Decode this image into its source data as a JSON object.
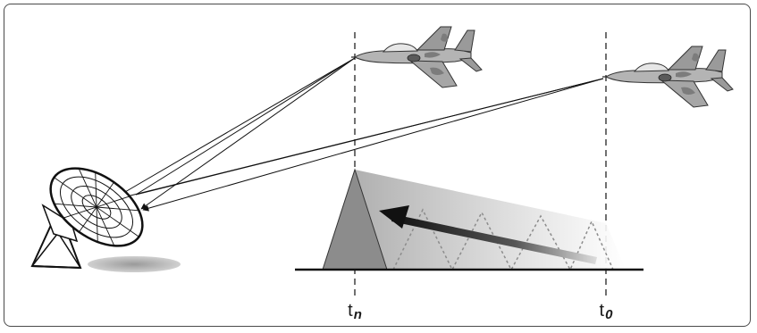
{
  "time_labels": {
    "t_n": {
      "base": "t",
      "sub": "n"
    },
    "t_0": {
      "base": "t",
      "sub": "0"
    }
  },
  "icons": [
    "radar-dish-icon",
    "fighter-jet-icon"
  ],
  "colors": {
    "line": "#111111",
    "pulse_dark": "#8c8c8c",
    "pulse_light": "#d8d8d8",
    "jet_body": "#b4b4b4",
    "jet_camo": "#7c7c7c"
  }
}
